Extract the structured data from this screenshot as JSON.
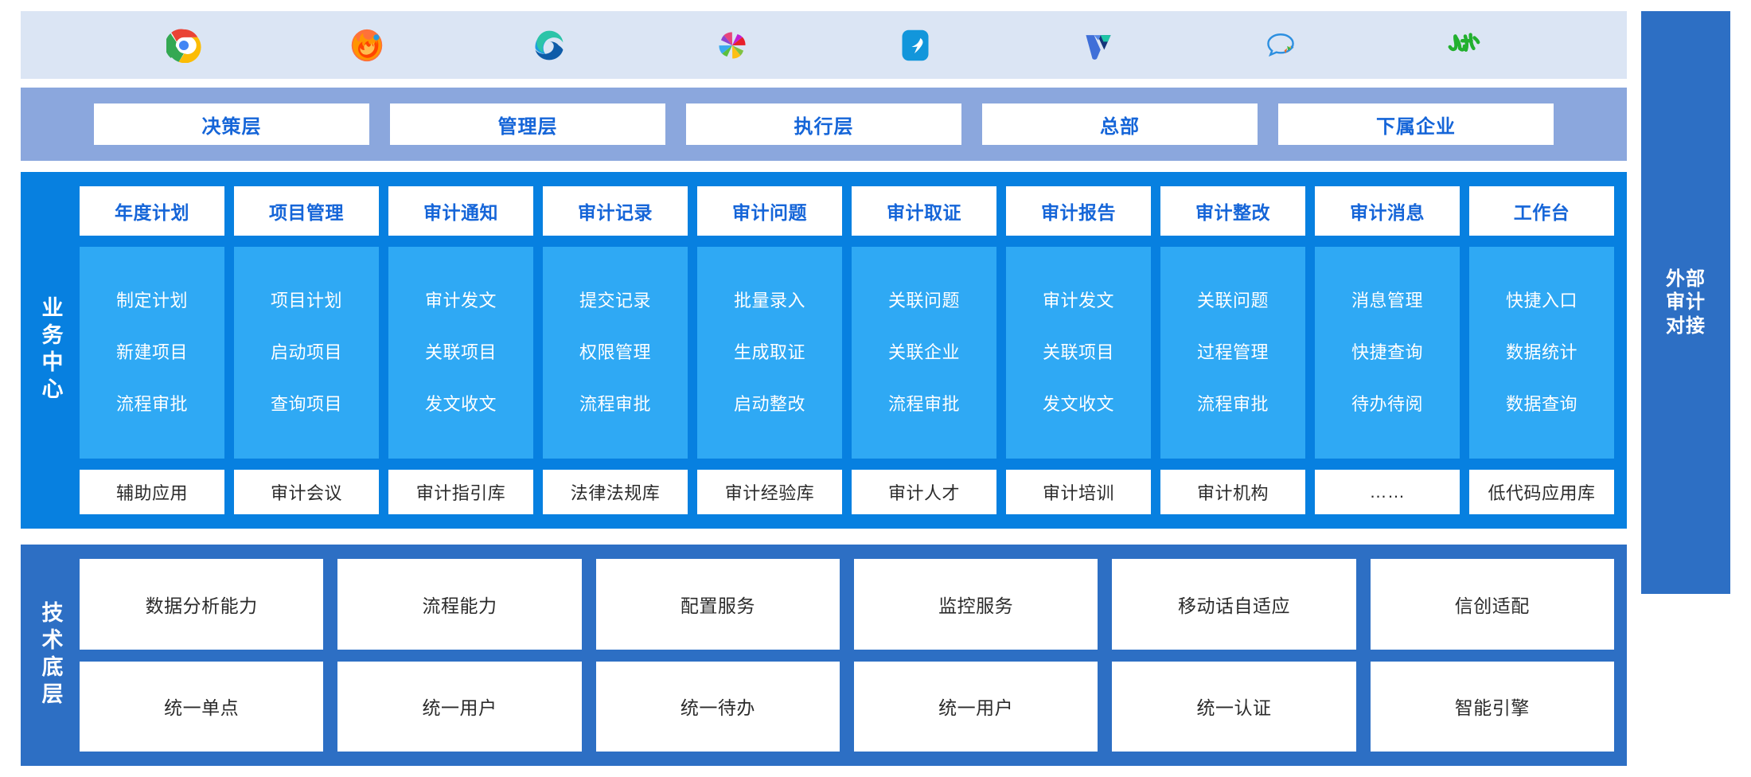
{
  "client_bar": {
    "icons": [
      {
        "name": "chrome-icon",
        "label": "Chrome"
      },
      {
        "name": "firefox-icon",
        "label": "Firefox"
      },
      {
        "name": "edge-icon",
        "label": "Microsoft Edge"
      },
      {
        "name": "360-browser-icon",
        "label": "360 Browser"
      },
      {
        "name": "dingtalk-icon",
        "label": "DingTalk"
      },
      {
        "name": "welink-icon",
        "label": "WeLink"
      },
      {
        "name": "chat-bubble-icon",
        "label": "Chat"
      },
      {
        "name": "green-logo-icon",
        "label": "Green App"
      }
    ]
  },
  "org_bar": {
    "items": [
      {
        "label": "决策层"
      },
      {
        "label": "管理层"
      },
      {
        "label": "执行层"
      },
      {
        "label": "总部"
      },
      {
        "label": "下属企业"
      }
    ]
  },
  "business_center": {
    "side_label": "业务中心",
    "modules": [
      {
        "head": "年度计划",
        "subs": [
          "制定计划",
          "新建项目",
          "流程审批"
        ]
      },
      {
        "head": "项目管理",
        "subs": [
          "项目计划",
          "启动项目",
          "查询项目"
        ]
      },
      {
        "head": "审计通知",
        "subs": [
          "审计发文",
          "关联项目",
          "发文收文"
        ]
      },
      {
        "head": "审计记录",
        "subs": [
          "提交记录",
          "权限管理",
          "流程审批"
        ]
      },
      {
        "head": "审计问题",
        "subs": [
          "批量录入",
          "生成取证",
          "启动整改"
        ]
      },
      {
        "head": "审计取证",
        "subs": [
          "关联问题",
          "关联企业",
          "流程审批"
        ]
      },
      {
        "head": "审计报告",
        "subs": [
          "审计发文",
          "关联项目",
          "发文收文"
        ]
      },
      {
        "head": "审计整改",
        "subs": [
          "关联问题",
          "过程管理",
          "流程审批"
        ]
      },
      {
        "head": "审计消息",
        "subs": [
          "消息管理",
          "快捷查询",
          "待办待阅"
        ]
      },
      {
        "head": "工作台",
        "subs": [
          "快捷入口",
          "数据统计",
          "数据查询"
        ]
      }
    ],
    "aux_apps": [
      "辅助应用",
      "审计会议",
      "审计指引库",
      "法律法规库",
      "审计经验库",
      "审计人才",
      "审计培训",
      "审计机构",
      "……",
      "低代码应用库"
    ]
  },
  "tech_layer": {
    "side_label": "技术底层",
    "row1": [
      "数据分析能力",
      "流程能力",
      "配置服务",
      "监控服务",
      "移动话自适应",
      "信创适配"
    ],
    "row2": [
      "统一单点",
      "统一用户",
      "统一待办",
      "统一用户",
      "统一认证",
      "智能引擎"
    ]
  },
  "external_panel": {
    "label": "外部审计对接"
  },
  "colors": {
    "client_bar_bg": "#dbe5f4",
    "org_bar_bg": "#8ba7dd",
    "business_bg": "#0780e0",
    "sub_item_bg": "#2fa9f4",
    "tech_bg": "#2d6fc4",
    "accent_text": "#1565d8",
    "chip_bg": "#ffffff"
  }
}
